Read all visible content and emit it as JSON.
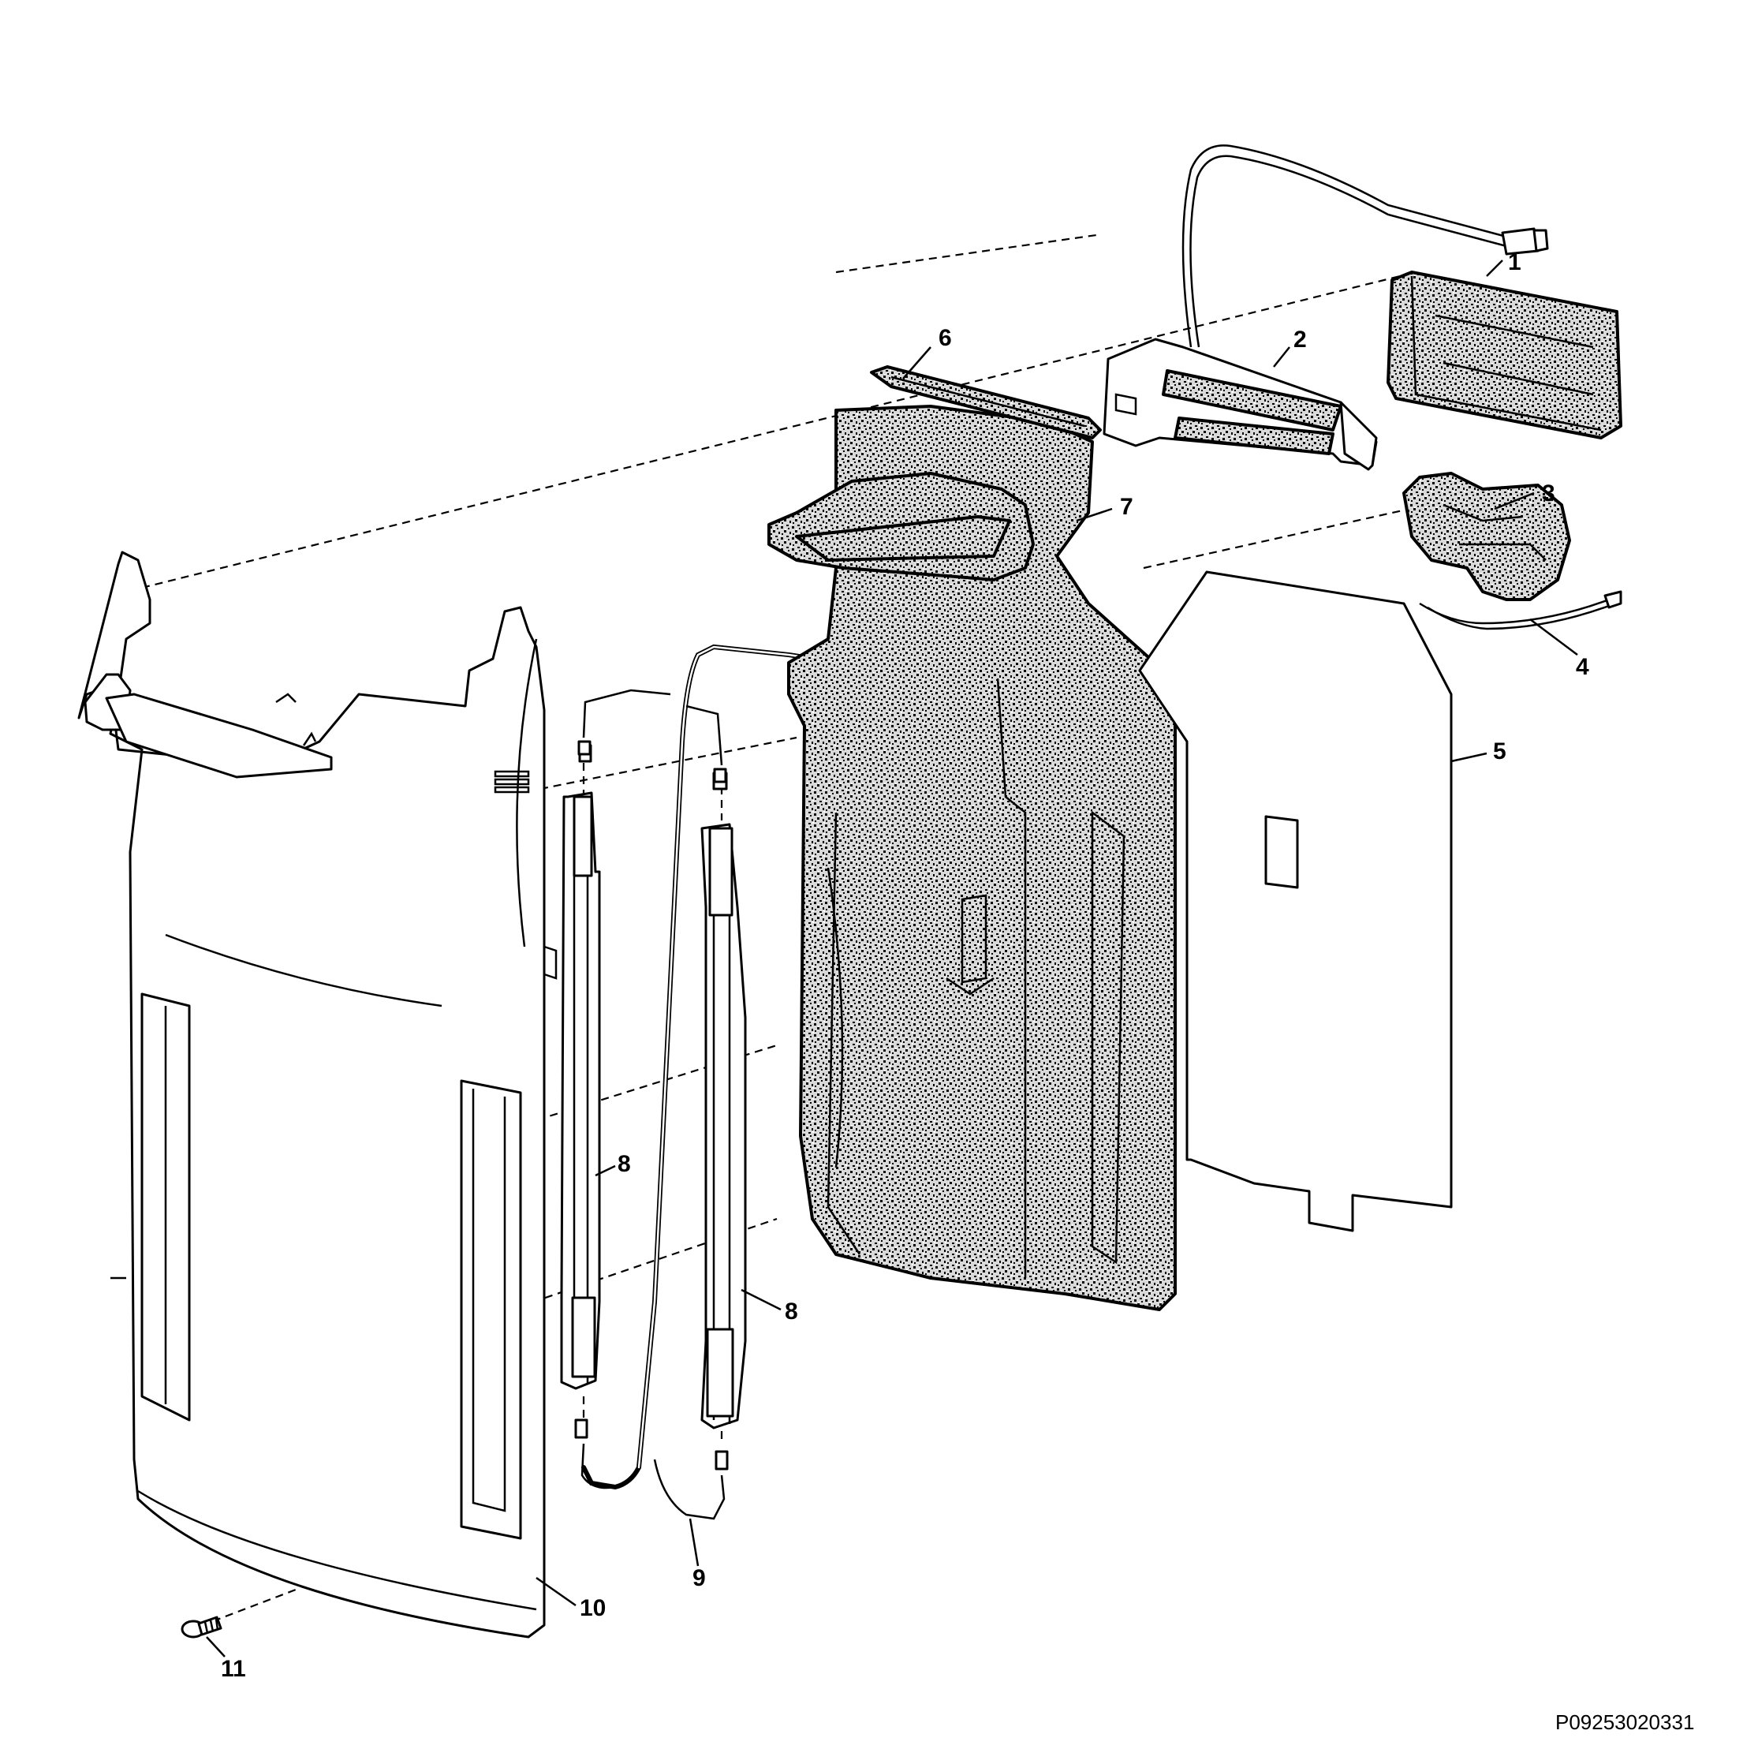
{
  "diagram": {
    "callouts": [
      "1",
      "2",
      "3",
      "4",
      "5",
      "6",
      "7",
      "8",
      "8",
      "9",
      "10",
      "11"
    ],
    "drawing_code": "P09253020331"
  }
}
